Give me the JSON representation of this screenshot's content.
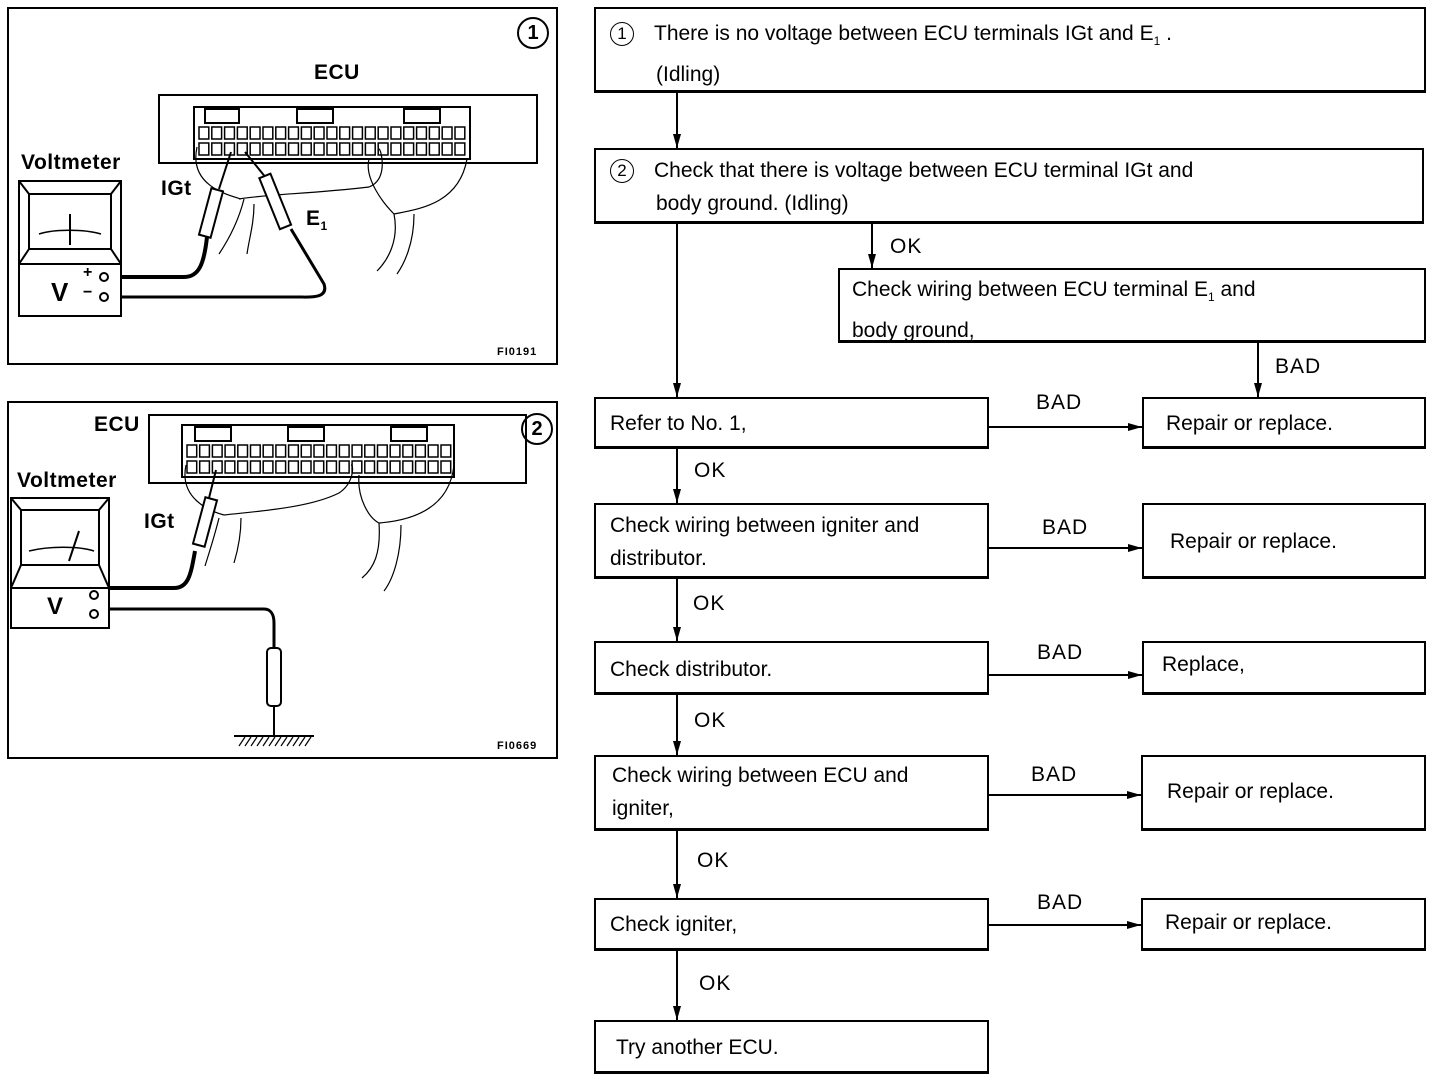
{
  "figures": [
    {
      "number": "1",
      "title": "ECU",
      "meter_label": "Voltmeter",
      "meter_symbol": "V",
      "plus": "+",
      "minus": "−",
      "probe_a": "IGt",
      "probe_b_main": "E",
      "probe_b_sub": "1",
      "code": "FI0191"
    },
    {
      "number": "2",
      "title": "ECU",
      "meter_label": "Voltmeter",
      "meter_symbol": "V",
      "probe_a": "IGt",
      "code": "FI0669"
    }
  ],
  "flow": {
    "step1": {
      "num": "1",
      "line1_pre": "There is no voltage between ECU terminals IGt and E",
      "line1_sub": "1",
      "line1_post": " .",
      "line2": "(Idling)"
    },
    "step2": {
      "num": "2",
      "line1": "Check that there is voltage between ECU terminal IGt and",
      "line2": "body ground. (Idling)"
    },
    "wiring_e1": {
      "line1_pre": "Check wiring between ECU terminal E",
      "line1_sub": "1",
      "line1_post": "  and",
      "line2": "body ground,"
    },
    "refer": {
      "text": "Refer to No. 1,"
    },
    "check_wiring_ig_dist": {
      "line1": "Check wiring between igniter and",
      "line2": "distributor."
    },
    "check_dist": {
      "text": "Check distributor."
    },
    "check_wiring_ecu_ig": {
      "line1": "Check wiring between ECU and",
      "line2": "igniter,"
    },
    "check_igniter": {
      "text": "Check igniter,"
    },
    "try_ecu": {
      "text": "Try another ECU."
    },
    "repair1": {
      "text": "Repair or replace."
    },
    "repair2": {
      "text": "Repair or replace."
    },
    "replace": {
      "text": "Replace,"
    },
    "repair3": {
      "text": "Repair or replace."
    },
    "repair4": {
      "text": "Repair or replace."
    },
    "labels": {
      "ok": "OK",
      "bad": "BAD"
    }
  }
}
